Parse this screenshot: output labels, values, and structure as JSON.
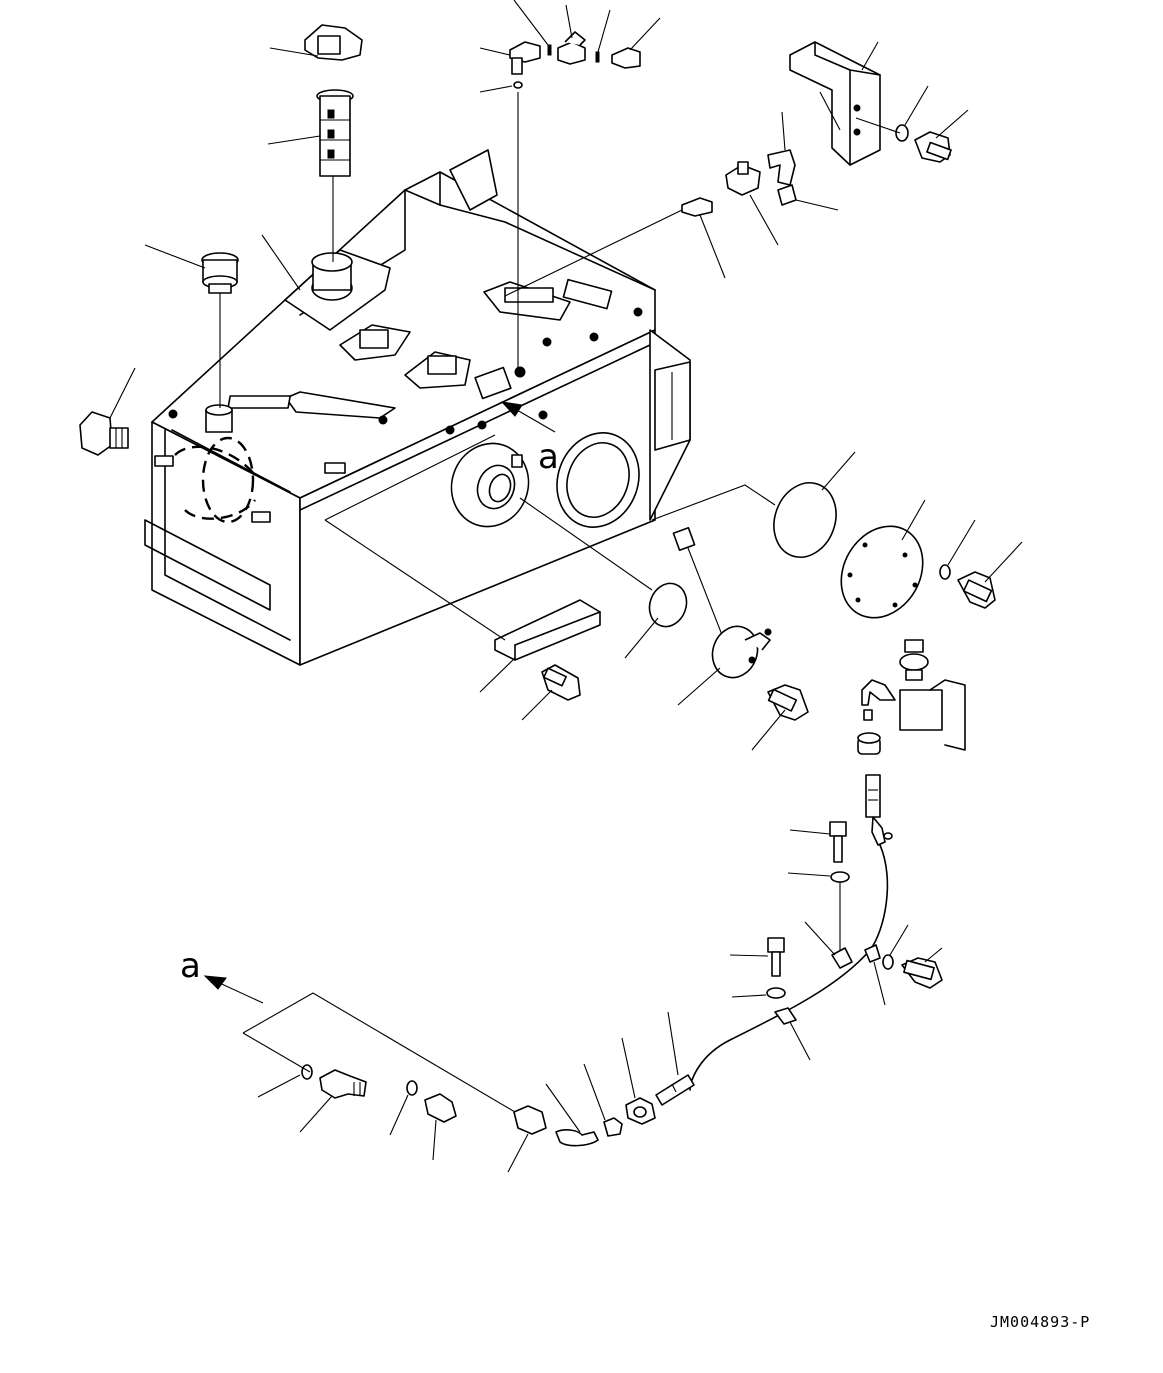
{
  "drawing": {
    "view_label_top": "a",
    "view_label_bottom": "a",
    "code": "JM004893-P"
  }
}
